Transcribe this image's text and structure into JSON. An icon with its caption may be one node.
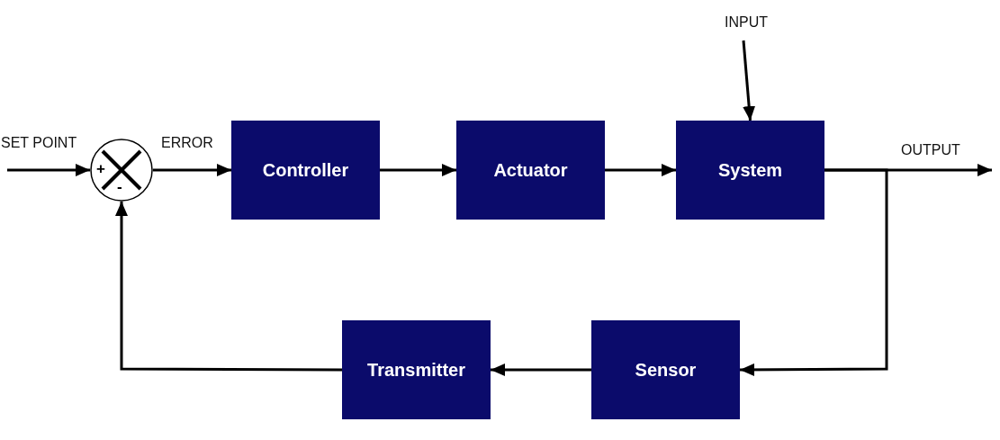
{
  "diagram": {
    "nodes": [
      {
        "text": [
          "+",
          "-"
        ]
      },
      {
        "text": [
          "Controller"
        ]
      },
      {
        "text": [
          "Actuator"
        ]
      },
      {
        "text": [
          "System"
        ]
      },
      {
        "text": [
          "Sensor"
        ]
      },
      {
        "text": [
          "Transmitter"
        ]
      }
    ],
    "edges": [
      {
        "from": null,
        "to": 0,
        "arrow": "to",
        "label": "SET POINT"
      },
      {
        "from": 0,
        "to": 1,
        "arrow": "to",
        "label": "ERROR"
      },
      {
        "from": 1,
        "to": 2,
        "arrow": "to"
      },
      {
        "from": 2,
        "to": 3,
        "arrow": "to"
      },
      {
        "from": null,
        "to": 3,
        "arrow": "to",
        "label": "INPUT"
      },
      {
        "from": 3,
        "to": null,
        "arrow": "to",
        "label": "OUTPUT"
      },
      {
        "from": 3,
        "to": 4,
        "arrow": "to"
      },
      {
        "from": 4,
        "to": 5,
        "arrow": "to"
      },
      {
        "from": 5,
        "to": 0,
        "arrow": "to"
      }
    ]
  }
}
